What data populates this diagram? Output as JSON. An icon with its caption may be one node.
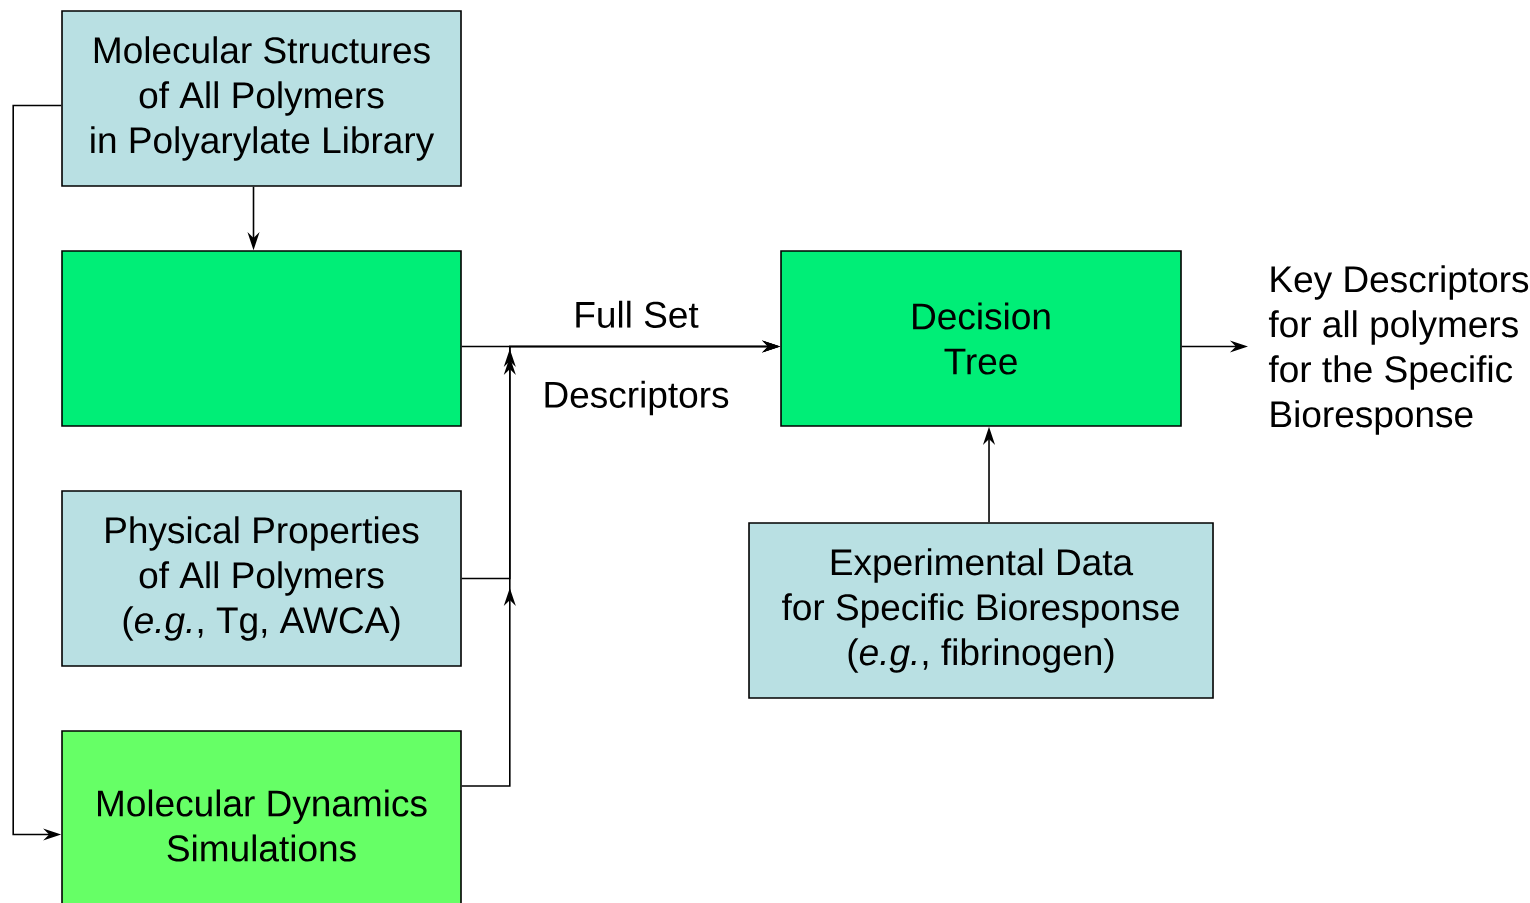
{
  "diagram": {
    "nodes": [
      {
        "text": [
          "Molecular Structures of All Polymers in Polyarylate Library"
        ]
      },
      {
        "text": [],
        "shape": "box"
      },
      {
        "text": [
          "Physical Properties of All Polymers (*e.g.*, Tg, AWCA)"
        ]
      },
      {
        "text": [
          "Molecular Dynamics Simulations"
        ]
      },
      {
        "text": [
          "Decision Tree"
        ]
      },
      {
        "text": [
          "Experimental Data for Specific Bioresponse (*e.g.*, fibrinogen)"
        ]
      },
      {
        "text": [
          "Key Descriptors for all polymers for the Specific Bioresponse"
        ]
      }
    ],
    "edges": [
      {
        "from": 0,
        "to": 1,
        "arrow": "to"
      },
      {
        "from": 0,
        "to": 3,
        "arrow": "to"
      },
      {
        "from": 1,
        "to": 4,
        "arrow": "to",
        "label": "Full Set Descriptors"
      },
      {
        "from": 2,
        "to": 4,
        "arrow": "to"
      },
      {
        "from": 3,
        "to": 4,
        "arrow": "to"
      },
      {
        "from": 5,
        "to": 4,
        "arrow": "to"
      },
      {
        "from": 4,
        "to": 6,
        "arrow": "to"
      }
    ]
  }
}
